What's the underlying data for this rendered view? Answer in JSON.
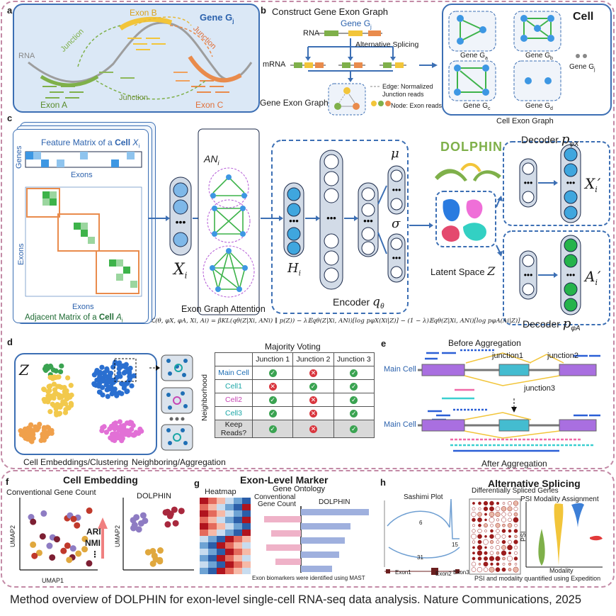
{
  "panels": {
    "a": "a",
    "b": "b",
    "c": "c",
    "d": "d",
    "e": "e",
    "f": "f",
    "g": "g",
    "h": "h"
  },
  "a": {
    "gene": "Gene G",
    "gene_sub": "j",
    "rna": "RNA",
    "exon_a": "Exon A",
    "exon_b": "Exon B",
    "exon_c": "Exon C",
    "junction": "Junction"
  },
  "b": {
    "title": "Construct Gene Exon Graph",
    "gene": "Gene G",
    "gene_sub": "j",
    "rna": "RNA",
    "alt_splicing": "Alternative Splicing",
    "mrna": "mRNA",
    "graph_label": "Gene Exon Graph",
    "legend_edge": "Edge: Normalized",
    "legend_edge2": "Junction reads",
    "legend_node": "Node: Exon reads",
    "cell": "Cell",
    "cell_graph": "Cell Exon Graph",
    "genes": [
      "Gene G",
      "Gene G",
      "Gene G",
      "Gene G",
      "Gene G"
    ],
    "gene_subs": [
      "a",
      "b",
      "c",
      "d",
      "j"
    ]
  },
  "c": {
    "feature_matrix": "Feature Matrix of a",
    "cell_word": "Cell",
    "xi": "X",
    "xi_sub": "i",
    "genes": "Genes",
    "exons_top": "Exons",
    "exons_side": "Exons",
    "exons_bottom": "Exons",
    "adjacent_matrix": "Adjacent Matrix of a",
    "ai": "A",
    "ai_sub": "i",
    "an": "AN",
    "an_sub": "i",
    "exon_graph_attention": "Exon Graph Attention",
    "hi": "H",
    "hi_sub": "i",
    "encoder": "Encoder",
    "q_theta": "q",
    "theta": "θ",
    "mu": "μ",
    "sigma": "σ",
    "dolphin": "DOLPHIN",
    "latent": "Latent Space",
    "z": "Z",
    "decoder_top": "Decoder",
    "decoder_bottom": "Decoder",
    "p_phi_x": "p",
    "xi_prime": "X",
    "ai_prime": "A",
    "formula": "ℒ(θ, φX, φA, Xi, Ai) = βKL(qθ(Z|Xi, ANi) ∥ p(Z)) − λ𝔼qθ(Z|Xi, ANi)[log pφX(Xi|Z)] − (1 − λ)𝔼qθ(Z|Xi, ANi)[log pφA(Ai|Z)]"
  },
  "d": {
    "z": "Z",
    "majority": "Majority Voting",
    "headers": [
      "Junction 1",
      "Junction 2",
      "Junction 3"
    ],
    "rows": [
      {
        "label": "Main Cell",
        "color": "#1f6fb5",
        "marks": [
          "ok",
          "no",
          "ok"
        ]
      },
      {
        "label": "Cell1",
        "color": "#1aa6a6",
        "marks": [
          "no",
          "ok",
          "ok"
        ]
      },
      {
        "label": "Cell2",
        "color": "#c646b4",
        "marks": [
          "ok",
          "no",
          "ok"
        ]
      },
      {
        "label": "Cell3",
        "color": "#1aa6a6",
        "marks": [
          "ok",
          "no",
          "ok"
        ]
      },
      {
        "label": "Keep Reads?",
        "color": "#222222",
        "marks": [
          "ok",
          "no",
          "ok"
        ]
      }
    ],
    "neighborhood": "Neighborhood",
    "caption_left": "Cell Embeddings/Clustering",
    "caption_right": "Neighboring/Aggregation"
  },
  "e": {
    "before": "Before Aggregation",
    "after": "After Aggregation",
    "main_cell_1": "Main Cell",
    "main_cell_2": "Main Cell",
    "junction1": "junction1",
    "junction2": "junction2",
    "junction3": "junction3"
  },
  "f": {
    "title": "Cell Embedding",
    "conventional": "Conventional Gene Count",
    "dolphin": "DOLPHIN",
    "umap1": "UMAP1",
    "umap2_left": "UMAP2",
    "umap2_right": "UMAP2",
    "ari": "ARI",
    "nmi": "NMI",
    "dots": "⋮"
  },
  "g": {
    "title": "Exon-Level Marker",
    "heatmap": "Heatmap",
    "go": "Gene Ontology",
    "conv": "Conventional",
    "conv2": "Gene Count",
    "dolphin": "DOLPHIN",
    "footnote": "Exon biomarkers were identified using MAST"
  },
  "h": {
    "title": "Alternative Splicing",
    "subtitle": "Differentially Spliced Genes",
    "sashimi": "Sashimi Plot",
    "psi_title": "PSI Modality Assignment",
    "psi": "PSI",
    "modality": "Modality",
    "exon1": "Exon1",
    "exon2": "Exon2",
    "exon3": "Exon3",
    "n6": "6",
    "n15": "15",
    "n31": "31",
    "footnote": "PSI and modality quantified using Expedition"
  },
  "caption": "Method overview of DOLPHIN for exon-level single-cell RNA-seq data analysis. Nature Communications, 2025"
}
